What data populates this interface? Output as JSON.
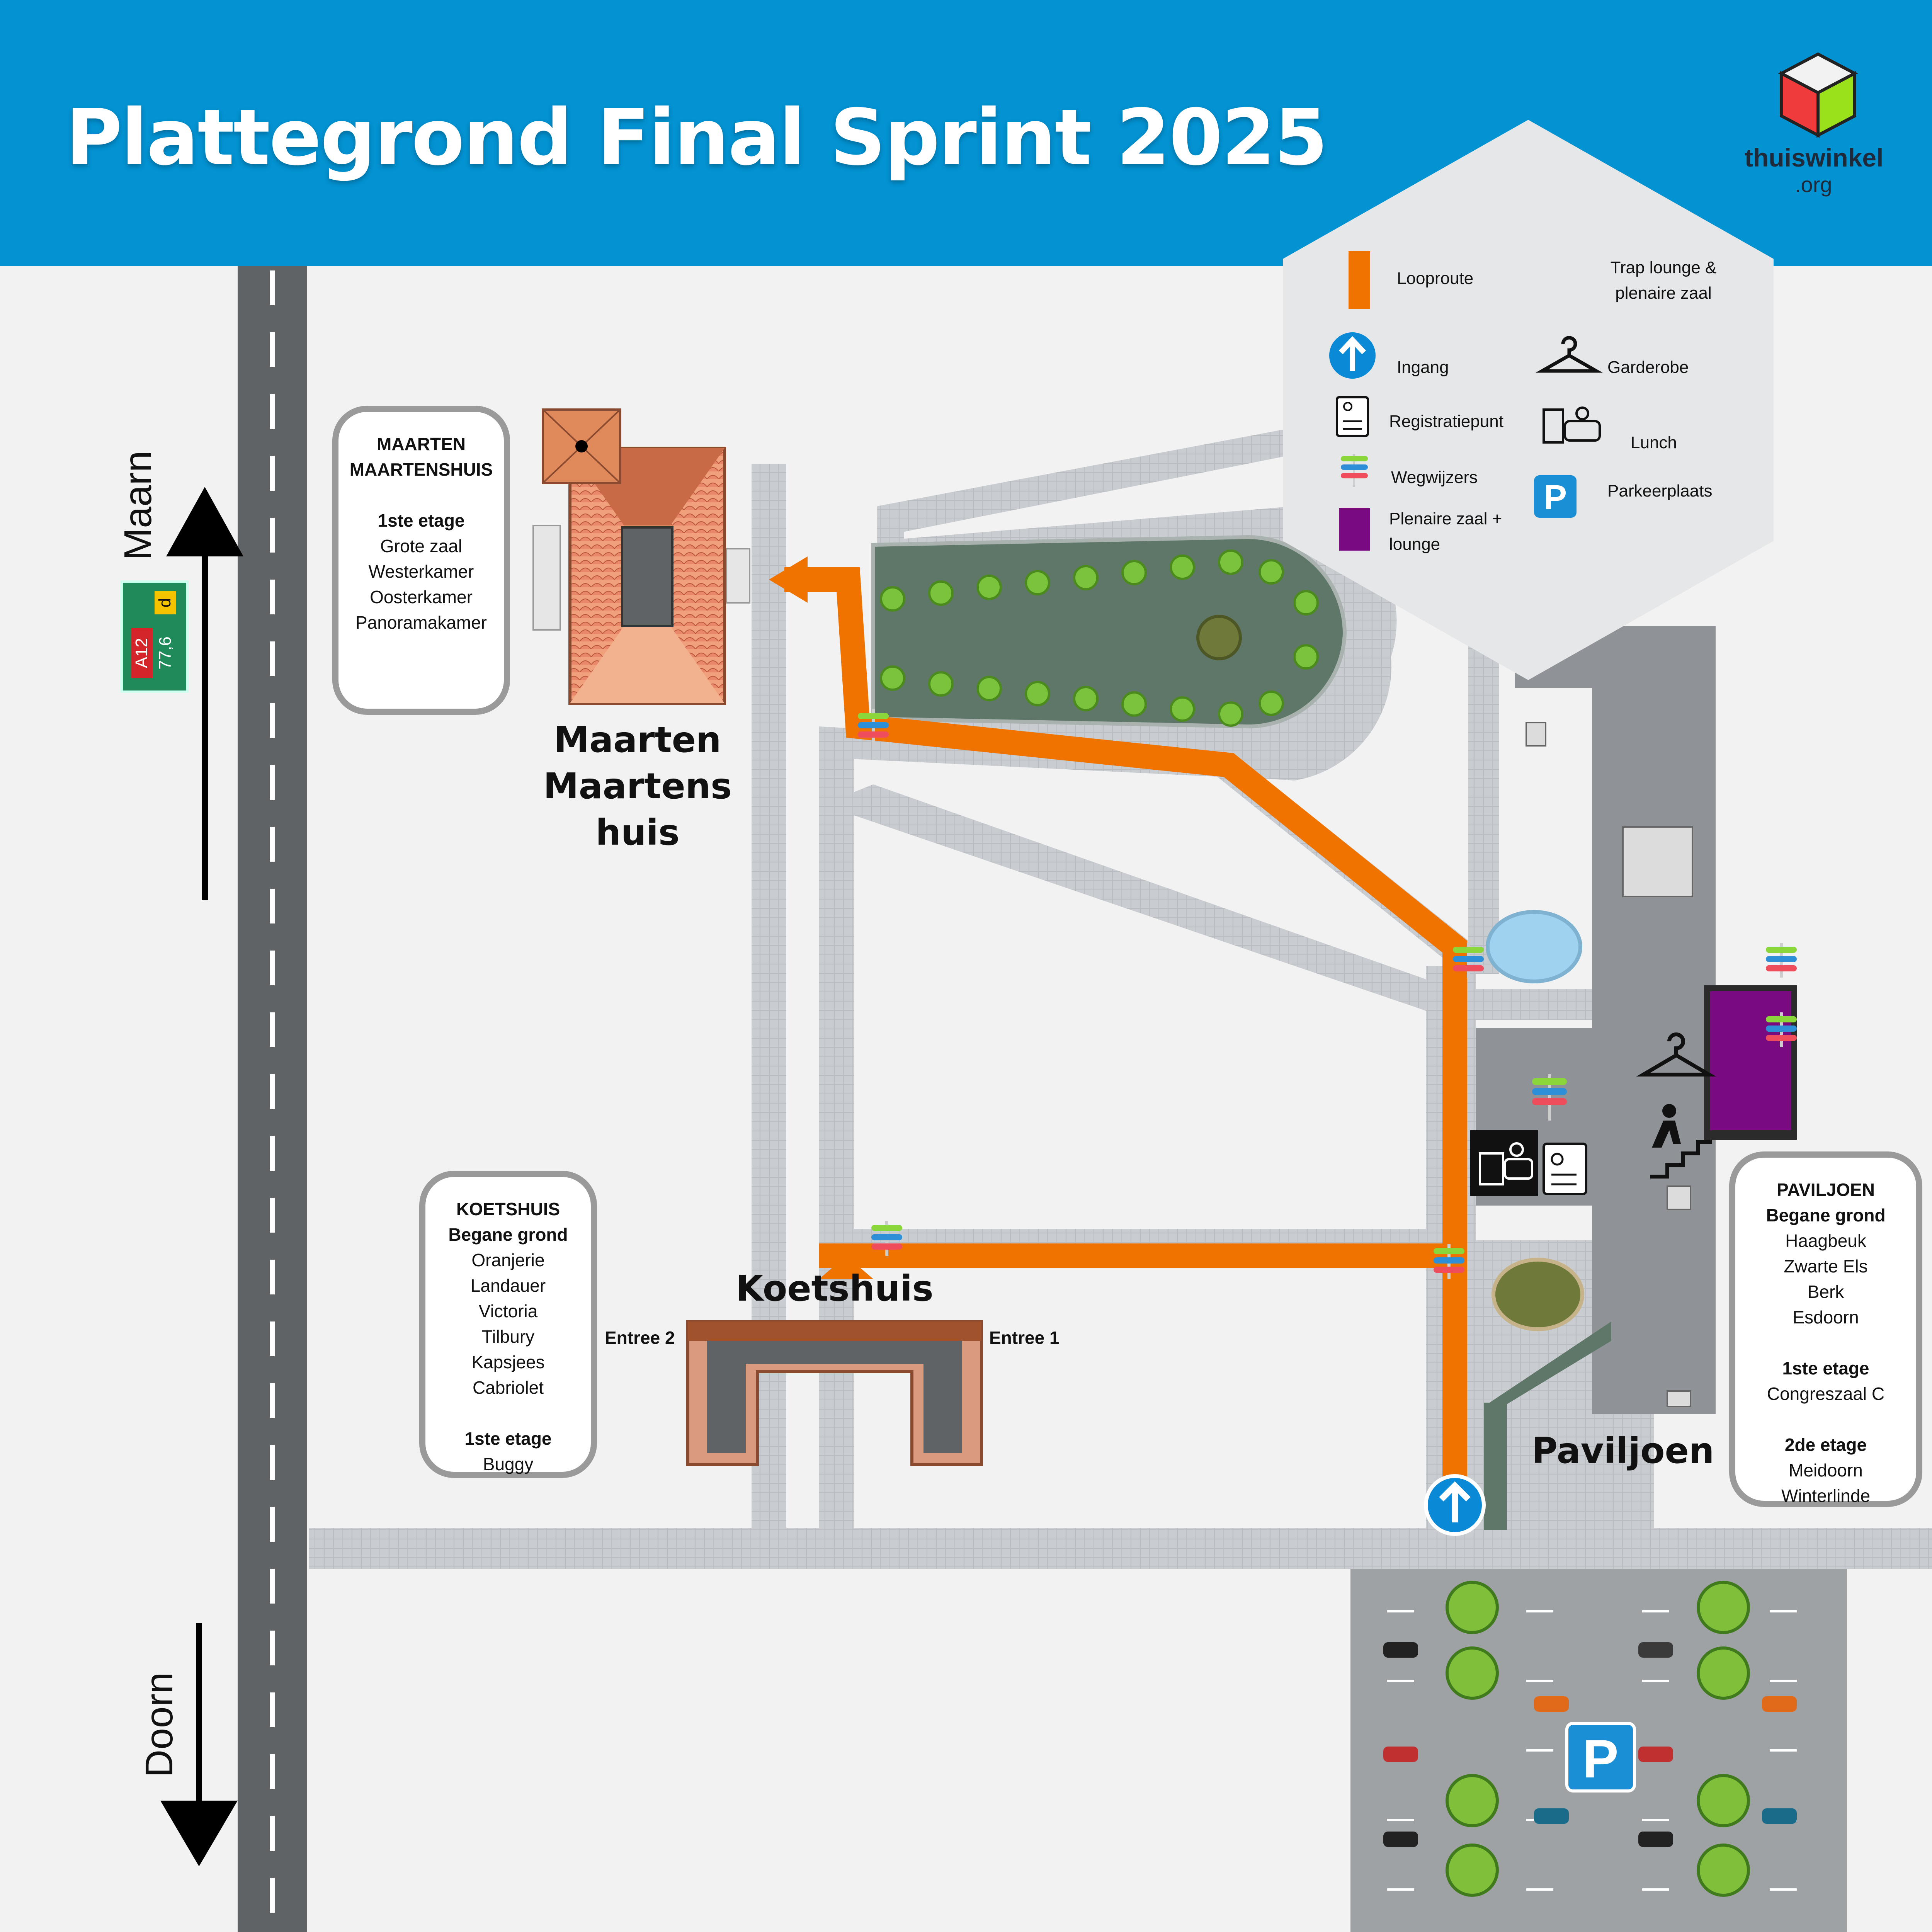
{
  "header": {
    "title": "Plattegrond Final Sprint 2025",
    "brand_name": "thuiswinkel",
    "brand_tld": ".org",
    "background_color": "#0392d2"
  },
  "legend": {
    "items": [
      {
        "label": "Looproute",
        "icon": "orange-bar-icon"
      },
      {
        "label": "Trap lounge & plenaire zaal",
        "icon": "stairs-icon"
      },
      {
        "label": "Ingang",
        "icon": "entrance-arrow-icon"
      },
      {
        "label": "Garderobe",
        "icon": "hanger-icon"
      },
      {
        "label": "Registratiepunt",
        "icon": "registration-icon"
      },
      {
        "label": "Lunch",
        "icon": "lunch-icon"
      },
      {
        "label": "Wegwijzers",
        "icon": "signpost-icon"
      },
      {
        "label": "Parkeerplaats",
        "icon": "parking-icon"
      },
      {
        "label": "Plenaire zaal + lounge",
        "icon": "purple-square-icon"
      }
    ]
  },
  "road": {
    "north_label": "Maarn",
    "south_label": "Doorn",
    "sign": {
      "road": "A12",
      "letter": "d",
      "km": "77,6"
    }
  },
  "buildings": {
    "maarten": {
      "name_lines": [
        "Maarten",
        "Maartens",
        "huis"
      ],
      "info": {
        "title_line1": "MAARTEN",
        "title_line2": "MAARTENSHUIS",
        "floor": "1ste etage",
        "rooms": [
          "Grote zaal",
          "Westerkamer",
          "Oosterkamer",
          "Panoramakamer"
        ]
      }
    },
    "koetshuis": {
      "name": "Koetshuis",
      "entree1": "Entree 1",
      "entree2": "Entree 2",
      "info": {
        "title": "KOETSHUIS",
        "floor1": "Begane grond",
        "rooms1": [
          "Oranjerie",
          "Landauer",
          "Victoria",
          "Tilbury",
          "Kapsjees",
          "Cabriolet"
        ],
        "floor2": "1ste etage",
        "rooms2": [
          "Buggy"
        ]
      }
    },
    "paviljoen": {
      "name": "Paviljoen",
      "info": {
        "title": "PAVILJOEN",
        "floor1": "Begane grond",
        "rooms1": [
          "Haagbeuk",
          "Zwarte Els",
          "Berk",
          "Esdoorn"
        ],
        "floor2": "1ste etage",
        "rooms2": [
          "Congreszaal C"
        ],
        "floor3": "2de etage",
        "rooms3": [
          "Meidoorn",
          "Winterlinde"
        ]
      }
    }
  },
  "colors": {
    "route": "#f07300",
    "plenary": "#7a0a80",
    "entrance": "#0a8ad6",
    "parking": "#1a8fd6"
  }
}
